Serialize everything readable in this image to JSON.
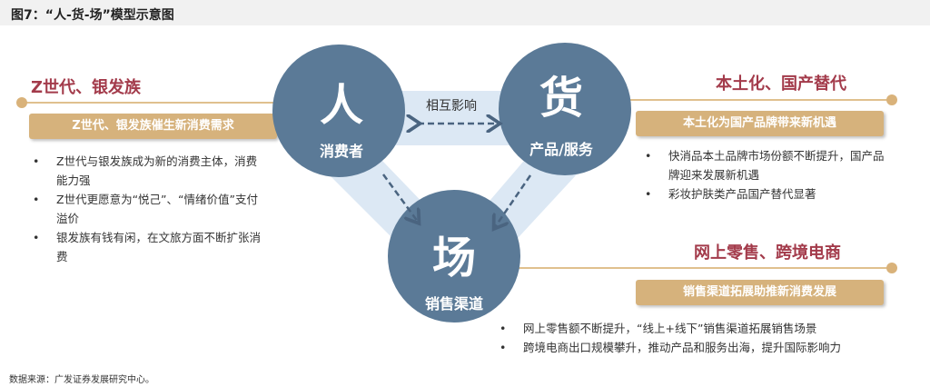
{
  "title": "图7：“人-货-场”模型示意图",
  "diagram": {
    "nodes": [
      {
        "char": "人",
        "label": "消费者"
      },
      {
        "char": "货",
        "label": "产品/服务"
      },
      {
        "char": "场",
        "label": "销售渠道"
      }
    ],
    "mutual_label": "相互影响",
    "colors": {
      "circle": "#5b7a97",
      "band": "#dce8f4",
      "arrow": "#4a6480",
      "title": "#a33b4b",
      "box": "#d6b27c",
      "line": "#e0c08e"
    }
  },
  "left": {
    "title": "Z世代、银发族",
    "box": "Z世代、银发族催生新消费需求",
    "bullets": [
      "Z世代与银发族成为新的消费主体，消费能力强",
      "Z世代更愿意为“悦己”、“情绪价值”支付溢价",
      "银发族有钱有闲，在文旅方面不断扩张消费"
    ]
  },
  "right_top": {
    "title": "本土化、国产替代",
    "box": "本土化为国产品牌带来新机遇",
    "bullets": [
      "快消品本土品牌市场份额不断提升，国产品牌迎来发展新机遇",
      "彩妆护肤类产品国产替代显著"
    ]
  },
  "right_bottom": {
    "title": "网上零售、跨境电商",
    "box": "销售渠道拓展助推新消费发展",
    "bullets": [
      "网上零售额不断提升，“线上+线下”销售渠道拓展销售场景",
      "跨境电商出口规模攀升，推动产品和服务出海，提升国际影响力"
    ]
  },
  "source": "数据来源：广发证券发展研究中心。"
}
